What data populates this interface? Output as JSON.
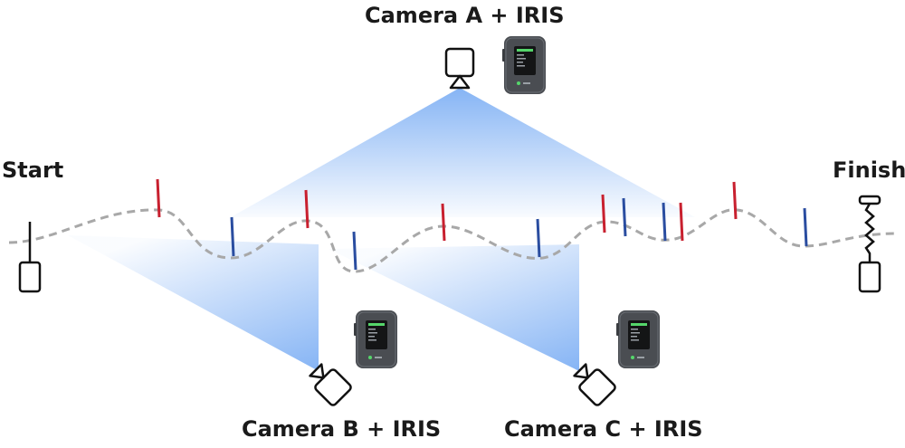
{
  "labels": {
    "camera_a": "Camera A + IRIS",
    "camera_b": "Camera B + IRIS",
    "camera_c": "Camera C + IRIS",
    "start": "Start",
    "finish": "Finish"
  },
  "colors": {
    "gate_red": "#c8202f",
    "gate_blue": "#2a4da0",
    "fov_blue": "#7fb0f4",
    "track_gray": "#a8a8a8",
    "device_body": "#4a4d52",
    "screen_text": "#55d66b"
  },
  "icons": [
    "camera-icon",
    "iris-device-icon",
    "start-gate-icon",
    "finish-gate-icon"
  ]
}
